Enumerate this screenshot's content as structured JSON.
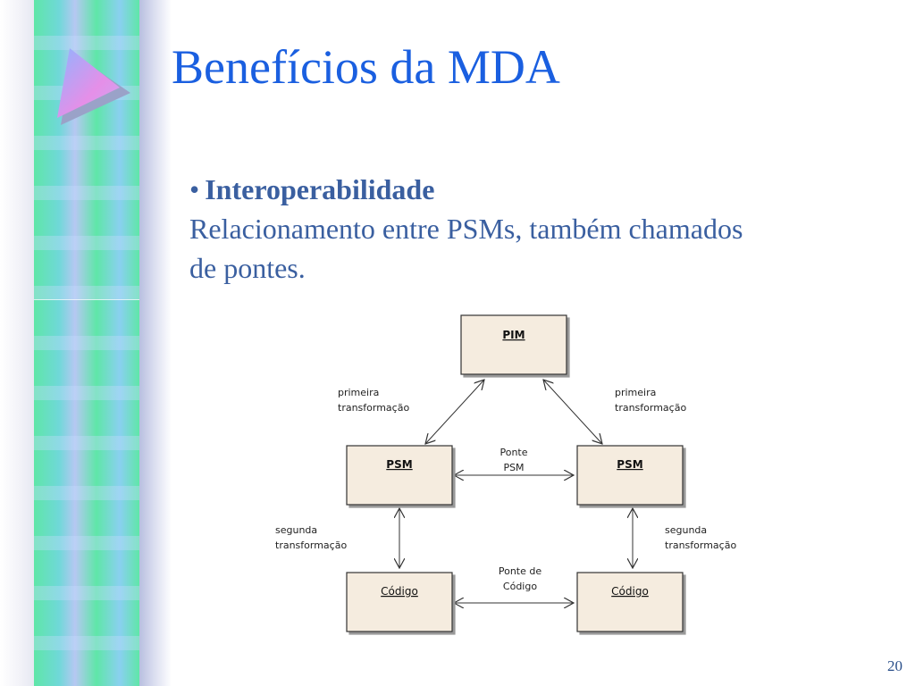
{
  "slide": {
    "title": "Benefícios da MDA",
    "bullet": {
      "marker": "•",
      "heading": "Interoperabilidade",
      "text_line1": "Relacionamento entre PSMs, também chamados",
      "text_line2": "de pontes."
    },
    "page_number": "20"
  },
  "diagram": {
    "nodes": {
      "pim": "PIM",
      "psm_left": "PSM",
      "psm_right": "PSM",
      "code_left": "Código",
      "code_right": "Código"
    },
    "labels": {
      "first_left_1": "primeira",
      "first_left_2": "transformação",
      "first_right_1": "primeira",
      "first_right_2": "transformação",
      "bridge_psm_1": "Ponte",
      "bridge_psm_2": "PSM",
      "second_left_1": "segunda",
      "second_left_2": "transformação",
      "second_right_1": "segunda",
      "second_right_2": "transformação",
      "bridge_code_1": "Ponte de",
      "bridge_code_2": "Código"
    }
  },
  "colors": {
    "title": "#1a5fe0",
    "body_text": "#3a5fa0",
    "node_fill": "#f5ecdf",
    "node_border": "#333333"
  }
}
